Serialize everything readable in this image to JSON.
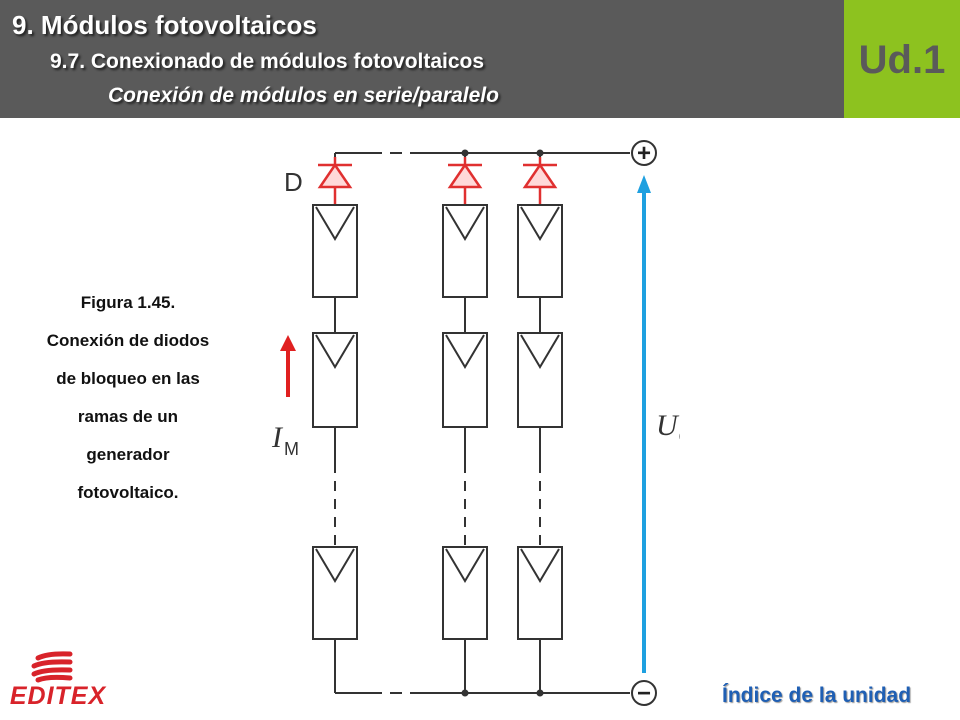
{
  "header": {
    "title": "9. Módulos fotovoltaicos",
    "subtitle": "9.7. Conexionado de módulos fotovoltaicos",
    "section": "Conexión de módulos en serie/paralelo",
    "unit_label": "Ud.1"
  },
  "figure": {
    "caption_lines": [
      "Figura 1.45.",
      "Conexión de diodos",
      "de bloqueo en las",
      "ramas de un",
      "generador",
      "fotovoltaico."
    ],
    "diode_label": "D",
    "current_label": "I",
    "current_subscript": "M",
    "voltage_label": "U",
    "voltage_subscript": "G",
    "plus_symbol": "+",
    "minus_symbol": "−"
  },
  "logo": {
    "text": "EDITEX"
  },
  "nav": {
    "index_link": "Índice de la unidad"
  },
  "colors": {
    "header_bg": "#5a5a5a",
    "unit_bg": "#8dc21f",
    "diode": "#e03030",
    "current_arrow": "#e02020",
    "voltage_arrow": "#1ea0e0",
    "brand": "#d8232a",
    "link": "#1f5fb4"
  }
}
